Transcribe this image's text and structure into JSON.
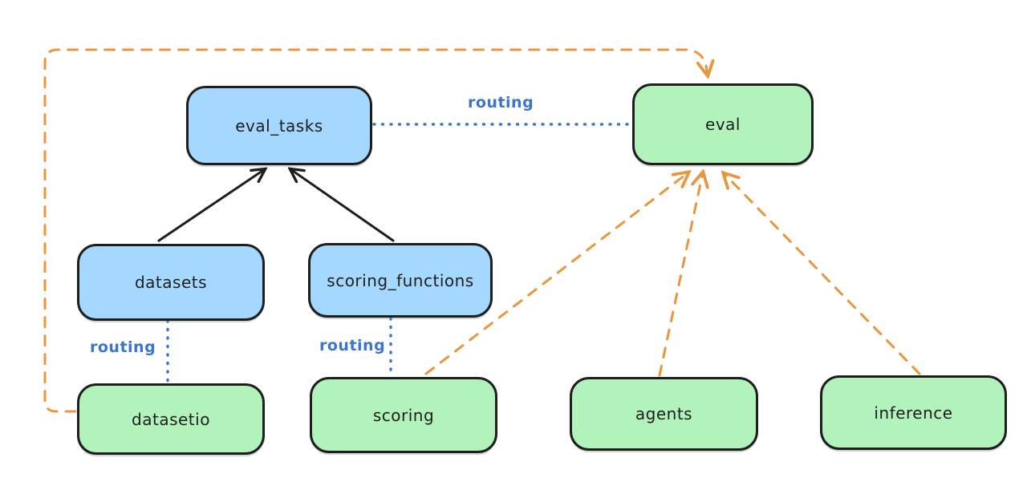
{
  "colors": {
    "node_blue_fill": "#a5d8ff",
    "node_green_fill": "#b2f2bb",
    "node_border": "#1e1e1e",
    "arrow_black": "#1e1e1e",
    "routing_blue": "#3b76cd",
    "provider_orange": "#e9973e",
    "background": "#ffffff"
  },
  "nodes": {
    "eval_tasks": {
      "label": "eval_tasks",
      "color": "blue"
    },
    "eval": {
      "label": "eval",
      "color": "green"
    },
    "datasets": {
      "label": "datasets",
      "color": "blue"
    },
    "scoring_functions": {
      "label": "scoring_functions",
      "color": "blue"
    },
    "datasetio": {
      "label": "datasetio",
      "color": "green"
    },
    "scoring": {
      "label": "scoring",
      "color": "green"
    },
    "agents": {
      "label": "agents",
      "color": "green"
    },
    "inference": {
      "label": "inference",
      "color": "green"
    }
  },
  "edge_labels": {
    "eval_tasks_to_eval": "routing",
    "datasets_to_datasetio": "routing",
    "scoring_functions_to_scoring": "routing"
  },
  "edges": [
    {
      "from": "datasets",
      "to": "eval_tasks",
      "style": "solid-black-arrow"
    },
    {
      "from": "scoring_functions",
      "to": "eval_tasks",
      "style": "solid-black-arrow"
    },
    {
      "from": "eval_tasks",
      "to": "eval",
      "style": "dotted-blue",
      "label": "routing"
    },
    {
      "from": "datasets",
      "to": "datasetio",
      "style": "dotted-blue",
      "label": "routing"
    },
    {
      "from": "scoring_functions",
      "to": "scoring",
      "style": "dotted-blue",
      "label": "routing"
    },
    {
      "from": "datasetio",
      "to": "eval",
      "style": "dashed-orange-arrow"
    },
    {
      "from": "scoring",
      "to": "eval",
      "style": "dashed-orange-arrow"
    },
    {
      "from": "agents",
      "to": "eval",
      "style": "dashed-orange-arrow"
    },
    {
      "from": "inference",
      "to": "eval",
      "style": "dashed-orange-arrow"
    }
  ]
}
